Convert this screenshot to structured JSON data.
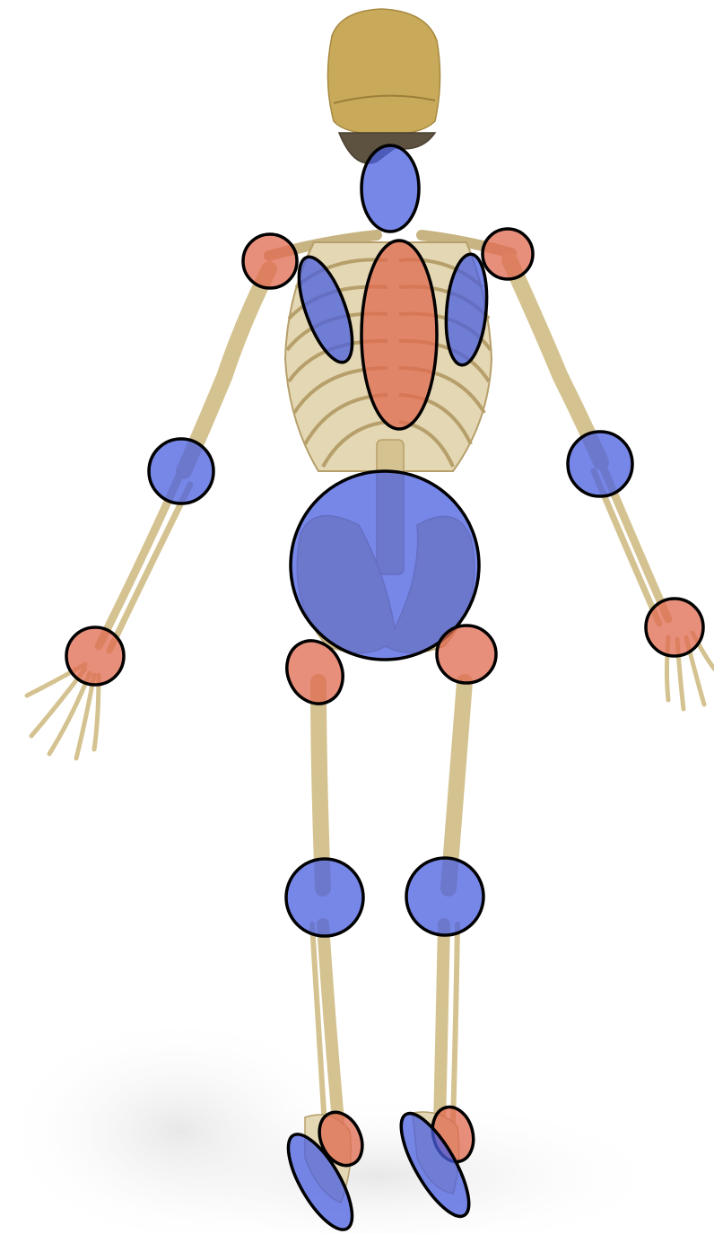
{
  "image": {
    "subject": "skeleton-posterior-view",
    "background": "#ffffff",
    "bone_color": "#d9c79a",
    "skull_color": "#c9aa5a"
  },
  "legend_colors": {
    "blue": "#4a5fe0",
    "red": "#e06a50",
    "outline": "#000000"
  },
  "markers": [
    {
      "name": "cervical-spine-marker",
      "color": "blue"
    },
    {
      "name": "left-shoulder-marker",
      "color": "red"
    },
    {
      "name": "right-shoulder-marker",
      "color": "red"
    },
    {
      "name": "left-scapula-marker",
      "color": "blue"
    },
    {
      "name": "right-scapula-marker",
      "color": "blue"
    },
    {
      "name": "thoracic-spine-marker",
      "color": "red"
    },
    {
      "name": "left-elbow-marker",
      "color": "blue"
    },
    {
      "name": "right-elbow-marker",
      "color": "blue"
    },
    {
      "name": "pelvis-marker",
      "color": "blue"
    },
    {
      "name": "left-wrist-marker",
      "color": "red"
    },
    {
      "name": "right-wrist-marker",
      "color": "red"
    },
    {
      "name": "left-hip-marker",
      "color": "red"
    },
    {
      "name": "right-hip-marker",
      "color": "red"
    },
    {
      "name": "left-knee-marker",
      "color": "blue"
    },
    {
      "name": "right-knee-marker",
      "color": "blue"
    },
    {
      "name": "left-ankle-marker",
      "color": "red"
    },
    {
      "name": "right-ankle-marker",
      "color": "red"
    },
    {
      "name": "left-foot-marker",
      "color": "blue"
    },
    {
      "name": "right-foot-marker",
      "color": "blue"
    }
  ]
}
